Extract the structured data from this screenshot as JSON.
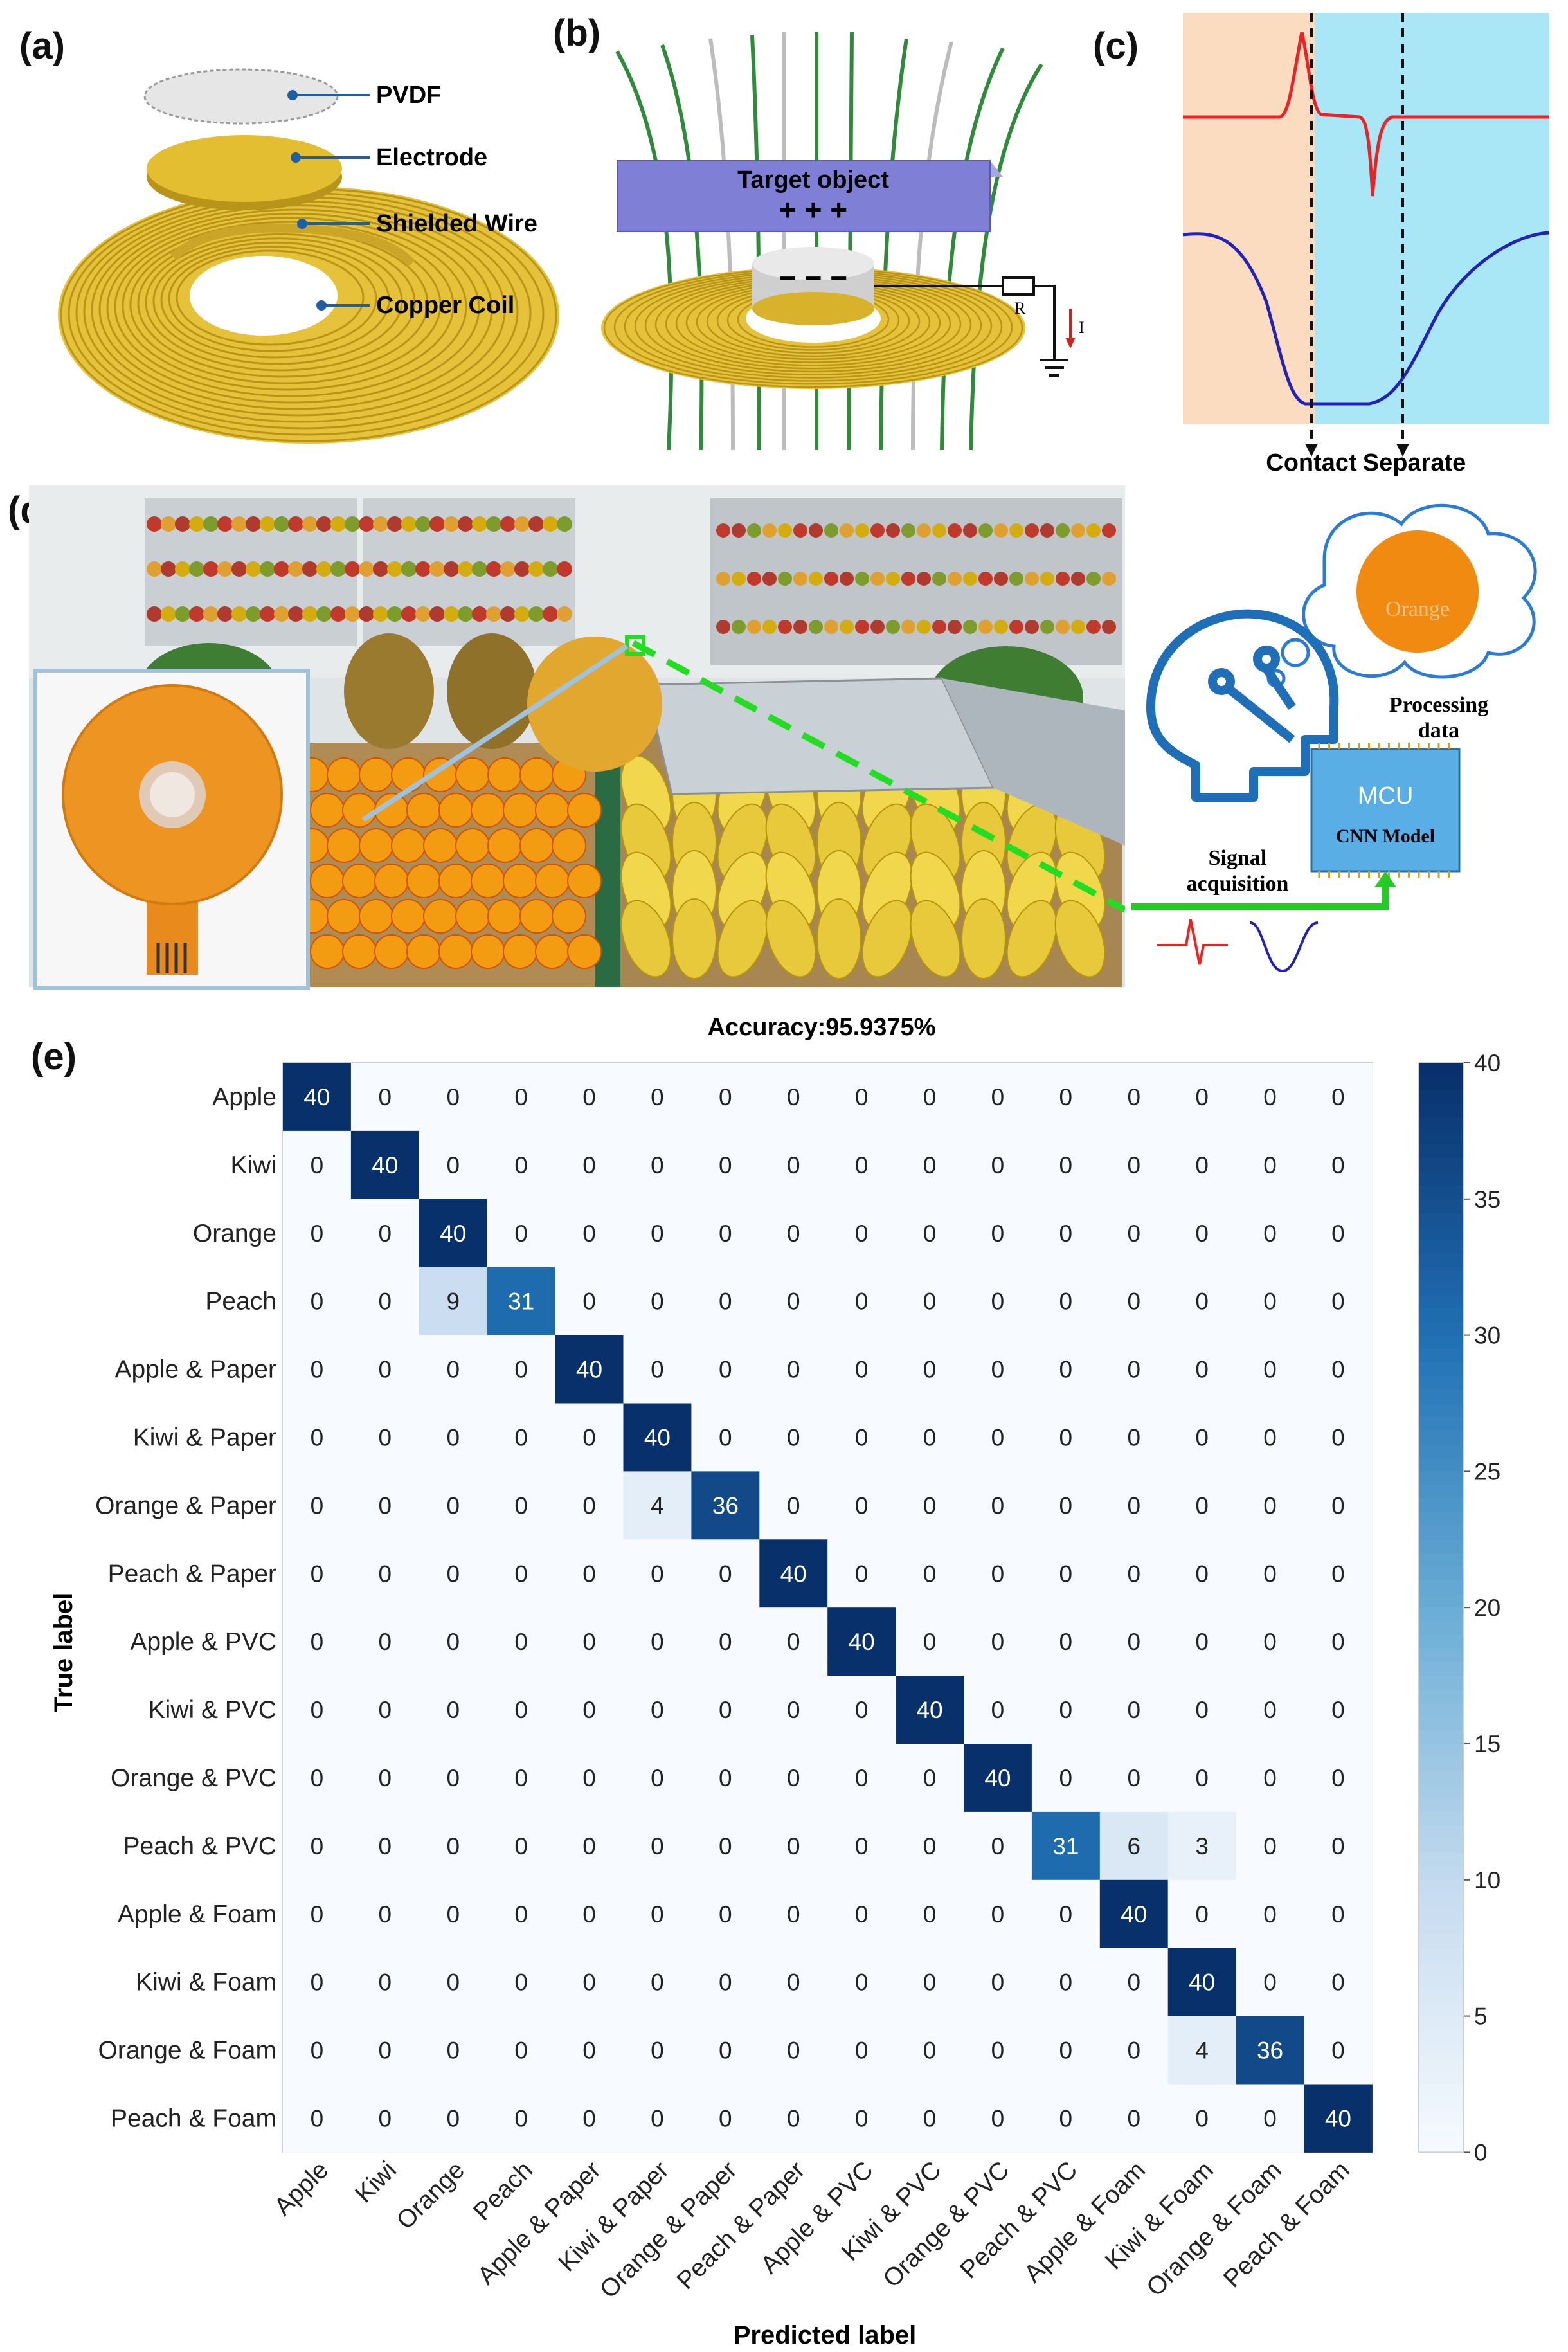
{
  "panels": {
    "a": {
      "letter": "(a)",
      "labels": [
        "PVDF",
        "Electrode",
        "Shielded Wire",
        "Copper Coil"
      ],
      "colors": {
        "coil": "#e6c23a",
        "coil_dark": "#b8951a",
        "pvdf": "#e6e6e6"
      }
    },
    "b": {
      "letter": "(b)",
      "target_label": "Target object",
      "plus_signs": "+ + +",
      "minus_signs": "− − −",
      "resistor_label": "R",
      "current_label": "I",
      "colors": {
        "target": "#7f7fd6",
        "field_line": "#2e8b3a",
        "current": "#cc2222"
      }
    },
    "c": {
      "letter": "(c)",
      "contact_label": "Contact",
      "separate_label": "Separate",
      "colors": {
        "left_bg": "#fbdcc0",
        "right_bg": "#a9e7f7",
        "top_trace": "#ee2222",
        "bottom_trace": "#2222bb"
      }
    },
    "d": {
      "letter": "(d)",
      "thought_label": "Orange",
      "processing_label": [
        "Processing",
        "data"
      ],
      "mcu_label": "MCU",
      "cnn_label": "CNN Model",
      "signal_label": [
        "Signal",
        "acquisition"
      ],
      "colors": {
        "mcu_box": "#5aaee6",
        "line": "#22cc22",
        "head": "#1e6fb8"
      }
    },
    "e": {
      "letter": "(e)"
    }
  },
  "chart_data": {
    "type": "heatmap",
    "title": "Accuracy:95.9375%",
    "xlabel": "Predicted label",
    "ylabel": "True label",
    "categories": [
      "Apple",
      "Kiwi",
      "Orange",
      "Peach",
      "Apple & Paper",
      "Kiwi & Paper",
      "Orange & Paper",
      "Peach & Paper",
      "Apple & PVC",
      "Kiwi & PVC",
      "Orange & PVC",
      "Peach & PVC",
      "Apple & Foam",
      "Kiwi & Foam",
      "Orange & Foam",
      "Peach & Foam"
    ],
    "matrix": [
      [
        40,
        0,
        0,
        0,
        0,
        0,
        0,
        0,
        0,
        0,
        0,
        0,
        0,
        0,
        0,
        0
      ],
      [
        0,
        40,
        0,
        0,
        0,
        0,
        0,
        0,
        0,
        0,
        0,
        0,
        0,
        0,
        0,
        0
      ],
      [
        0,
        0,
        40,
        0,
        0,
        0,
        0,
        0,
        0,
        0,
        0,
        0,
        0,
        0,
        0,
        0
      ],
      [
        0,
        0,
        9,
        31,
        0,
        0,
        0,
        0,
        0,
        0,
        0,
        0,
        0,
        0,
        0,
        0
      ],
      [
        0,
        0,
        0,
        0,
        40,
        0,
        0,
        0,
        0,
        0,
        0,
        0,
        0,
        0,
        0,
        0
      ],
      [
        0,
        0,
        0,
        0,
        0,
        40,
        0,
        0,
        0,
        0,
        0,
        0,
        0,
        0,
        0,
        0
      ],
      [
        0,
        0,
        0,
        0,
        0,
        4,
        36,
        0,
        0,
        0,
        0,
        0,
        0,
        0,
        0,
        0
      ],
      [
        0,
        0,
        0,
        0,
        0,
        0,
        0,
        40,
        0,
        0,
        0,
        0,
        0,
        0,
        0,
        0
      ],
      [
        0,
        0,
        0,
        0,
        0,
        0,
        0,
        0,
        40,
        0,
        0,
        0,
        0,
        0,
        0,
        0
      ],
      [
        0,
        0,
        0,
        0,
        0,
        0,
        0,
        0,
        0,
        40,
        0,
        0,
        0,
        0,
        0,
        0
      ],
      [
        0,
        0,
        0,
        0,
        0,
        0,
        0,
        0,
        0,
        0,
        40,
        0,
        0,
        0,
        0,
        0
      ],
      [
        0,
        0,
        0,
        0,
        0,
        0,
        0,
        0,
        0,
        0,
        0,
        31,
        6,
        3,
        0,
        0
      ],
      [
        0,
        0,
        0,
        0,
        0,
        0,
        0,
        0,
        0,
        0,
        0,
        0,
        40,
        0,
        0,
        0
      ],
      [
        0,
        0,
        0,
        0,
        0,
        0,
        0,
        0,
        0,
        0,
        0,
        0,
        0,
        40,
        0,
        0
      ],
      [
        0,
        0,
        0,
        0,
        0,
        0,
        0,
        0,
        0,
        0,
        0,
        0,
        0,
        4,
        36,
        0
      ],
      [
        0,
        0,
        0,
        0,
        0,
        0,
        0,
        0,
        0,
        0,
        0,
        0,
        0,
        0,
        0,
        40
      ]
    ],
    "colorbar": {
      "range": [
        0,
        40
      ],
      "ticks": [
        0,
        5,
        10,
        15,
        20,
        25,
        30,
        35,
        40
      ],
      "colormap": "Blues"
    }
  }
}
